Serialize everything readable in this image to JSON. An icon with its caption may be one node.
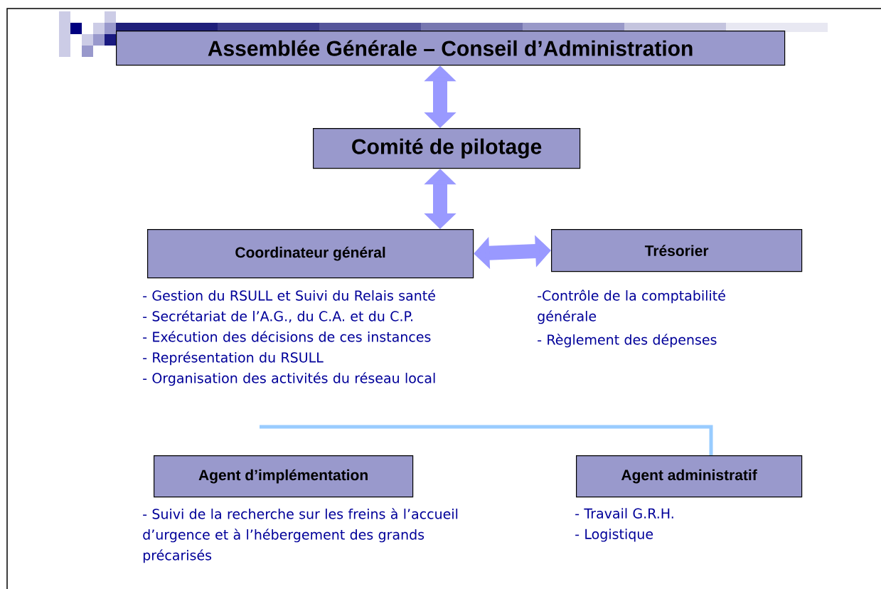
{
  "diagram": {
    "nodes": [
      {
        "text": [
          "Assemblée Générale – Conseil d’Administration"
        ]
      },
      {
        "text": [
          "Comité de pilotage"
        ]
      },
      {
        "text": [
          "Coordinateur général"
        ],
        "beside": [
          "- Gestion du RSULL et Suivi du Relais santé",
          "- Secrétariat de l’A.G., du C.A. et du C.P.",
          "- Exécution des décisions de ces instances",
          "- Représentation du RSULL",
          "- Organisation des activités du réseau local"
        ]
      },
      {
        "text": [
          "Trésorier"
        ],
        "beside": [
          "-Contrôle de la comptabilité générale",
          "- Règlement des dépenses"
        ]
      },
      {
        "text": [
          "Agent d’implémentation"
        ],
        "beside": [
          "- Suivi de la recherche sur les freins à l’accueil d’urgence et à l’hébergement des grands précarisés"
        ]
      },
      {
        "text": [
          "Agent administratif"
        ],
        "beside": [
          "- Travail G.R.H.",
          "- Logistique"
        ]
      }
    ],
    "edges": [
      {
        "from": 0,
        "to": 1,
        "arrow": "both"
      },
      {
        "from": 1,
        "to": 2,
        "arrow": "both"
      },
      {
        "from": 2,
        "to": 3,
        "arrow": "both"
      },
      {
        "from": null,
        "to": 5,
        "arrow": "none",
        "color": "#99ccff"
      }
    ]
  }
}
